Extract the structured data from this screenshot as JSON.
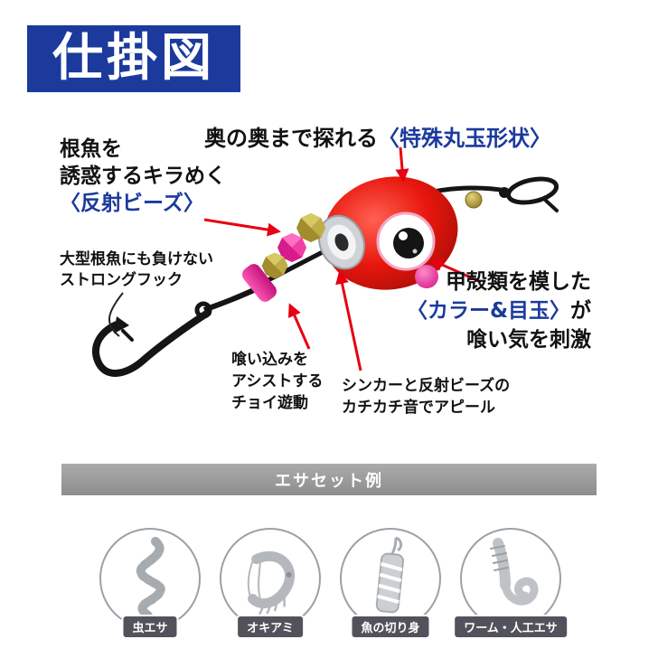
{
  "page": {
    "title_box": "仕掛図"
  },
  "annotations": {
    "top": {
      "black": "奥の奥まで探れる",
      "blue": "〈特殊丸玉形状〉"
    },
    "left_beads": {
      "line1": "根魚を",
      "line2": "誘惑するキラめく",
      "blue": "〈反射ビーズ〉"
    },
    "hook": {
      "line1": "大型根魚にも負けない",
      "line2": "ストロングフック"
    },
    "right_eye": {
      "line1": "甲殻類を模した",
      "blue": "〈カラー&目玉〉",
      "suffix": "が",
      "line3": "喰い気を刺激"
    },
    "slide": {
      "line1": "喰い込みを",
      "line2": "アシストする",
      "line3": "チョイ遊動"
    },
    "sinker": {
      "line1": "シンカーと反射ビーズの",
      "line2": "カチカチ音でアピール"
    }
  },
  "bait_section": {
    "header": "エサセット例",
    "items": [
      {
        "label": "虫エサ",
        "icon": "worm-bait-icon"
      },
      {
        "label": "オキアミ",
        "icon": "krill-bait-icon"
      },
      {
        "label": "魚の切り身",
        "icon": "fish-fillet-bait-icon"
      },
      {
        "label": "ワーム・人工エサ",
        "icon": "soft-plastic-worm-bait-icon"
      }
    ]
  },
  "colors": {
    "accent_blue": "#1b3a9c",
    "callout_red": "#e60012",
    "ball_red": "#e8170e",
    "bead_pink": "#e8309a",
    "bead_gold": "#b09a3d",
    "bar_gray": "#9a9a9a",
    "badge_gray": "#52525c"
  }
}
